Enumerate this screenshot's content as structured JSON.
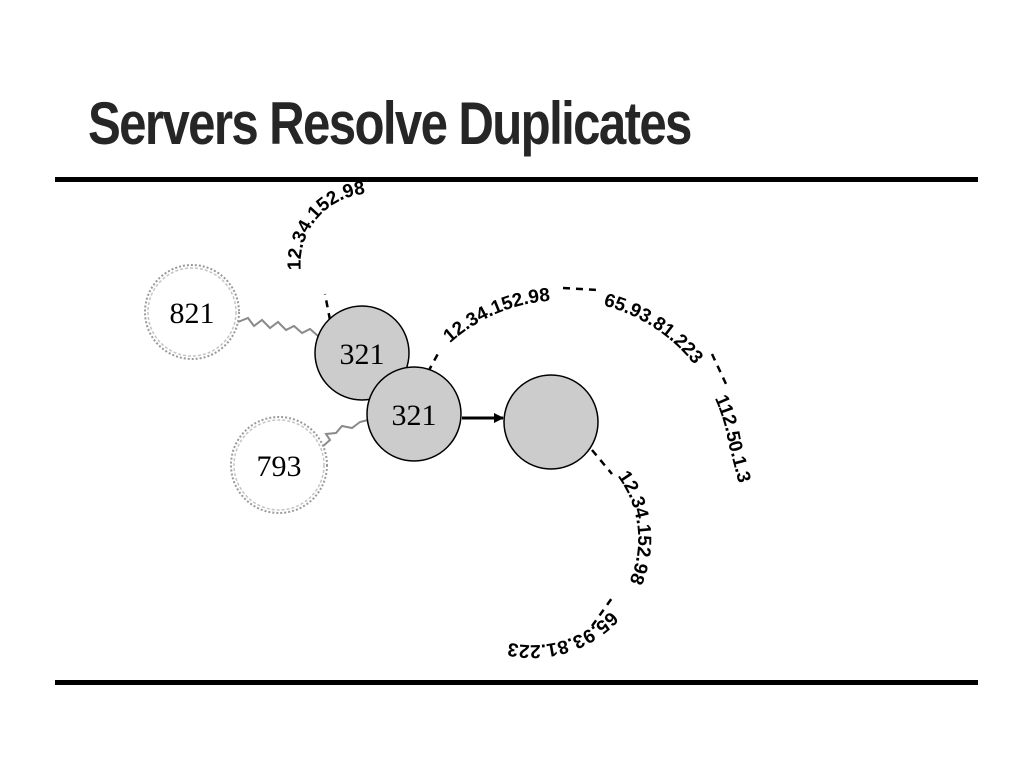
{
  "slide": {
    "title": "Servers Resolve Duplicates"
  },
  "diagram": {
    "fill_color": "#cccccc",
    "nodes": {
      "node_821": "821",
      "node_793": "793",
      "server_a": "321",
      "server_b": "321",
      "destination": ""
    },
    "routes": {
      "route_1": [
        "12.34.152.98"
      ],
      "route_2": [
        "12.34.152.98",
        "65.93.81.223",
        "112.50.1.3"
      ],
      "route_3": [
        "12.34.152.98",
        "65.93.81.223"
      ]
    }
  }
}
